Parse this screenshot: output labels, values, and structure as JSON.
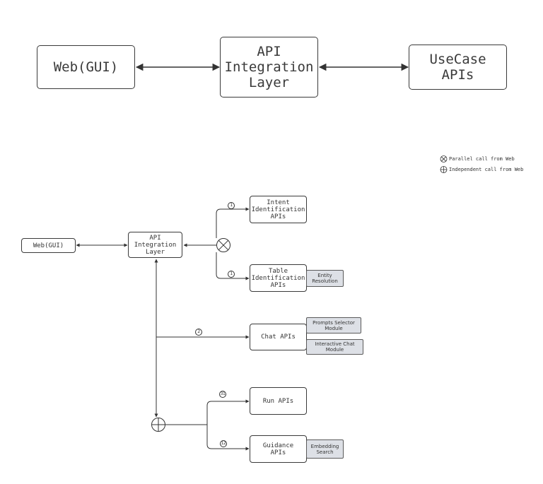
{
  "top_diagram": {
    "web_gui": "Web(GUI)",
    "api_layer": "API\nIntegration\nLayer",
    "usecase": "UseCase\nAPIs"
  },
  "bottom_diagram": {
    "web_gui": "Web(GUI)",
    "api_layer": "API\nIntegration\nLayer",
    "intent": "Intent\nIdentification\nAPIs",
    "table": "Table\nIdentification\nAPIs",
    "chat": "Chat APIs",
    "run": "Run APIs",
    "guidance": "Guidance\nAPIs",
    "tags": {
      "entity_resolution": "Entity\nResolution",
      "prompts_selector": "Prompts Selector\nModule",
      "interactive_chat": "Interactive Chat\nModule",
      "embedding_search": "Embedding\nSearch"
    },
    "badges": {
      "intent": "1",
      "table": "1",
      "chat": "2",
      "run": "31",
      "guidance": "12"
    }
  },
  "legend": {
    "parallel": "Parallel call from Web",
    "independent": "Independent call from Web"
  }
}
